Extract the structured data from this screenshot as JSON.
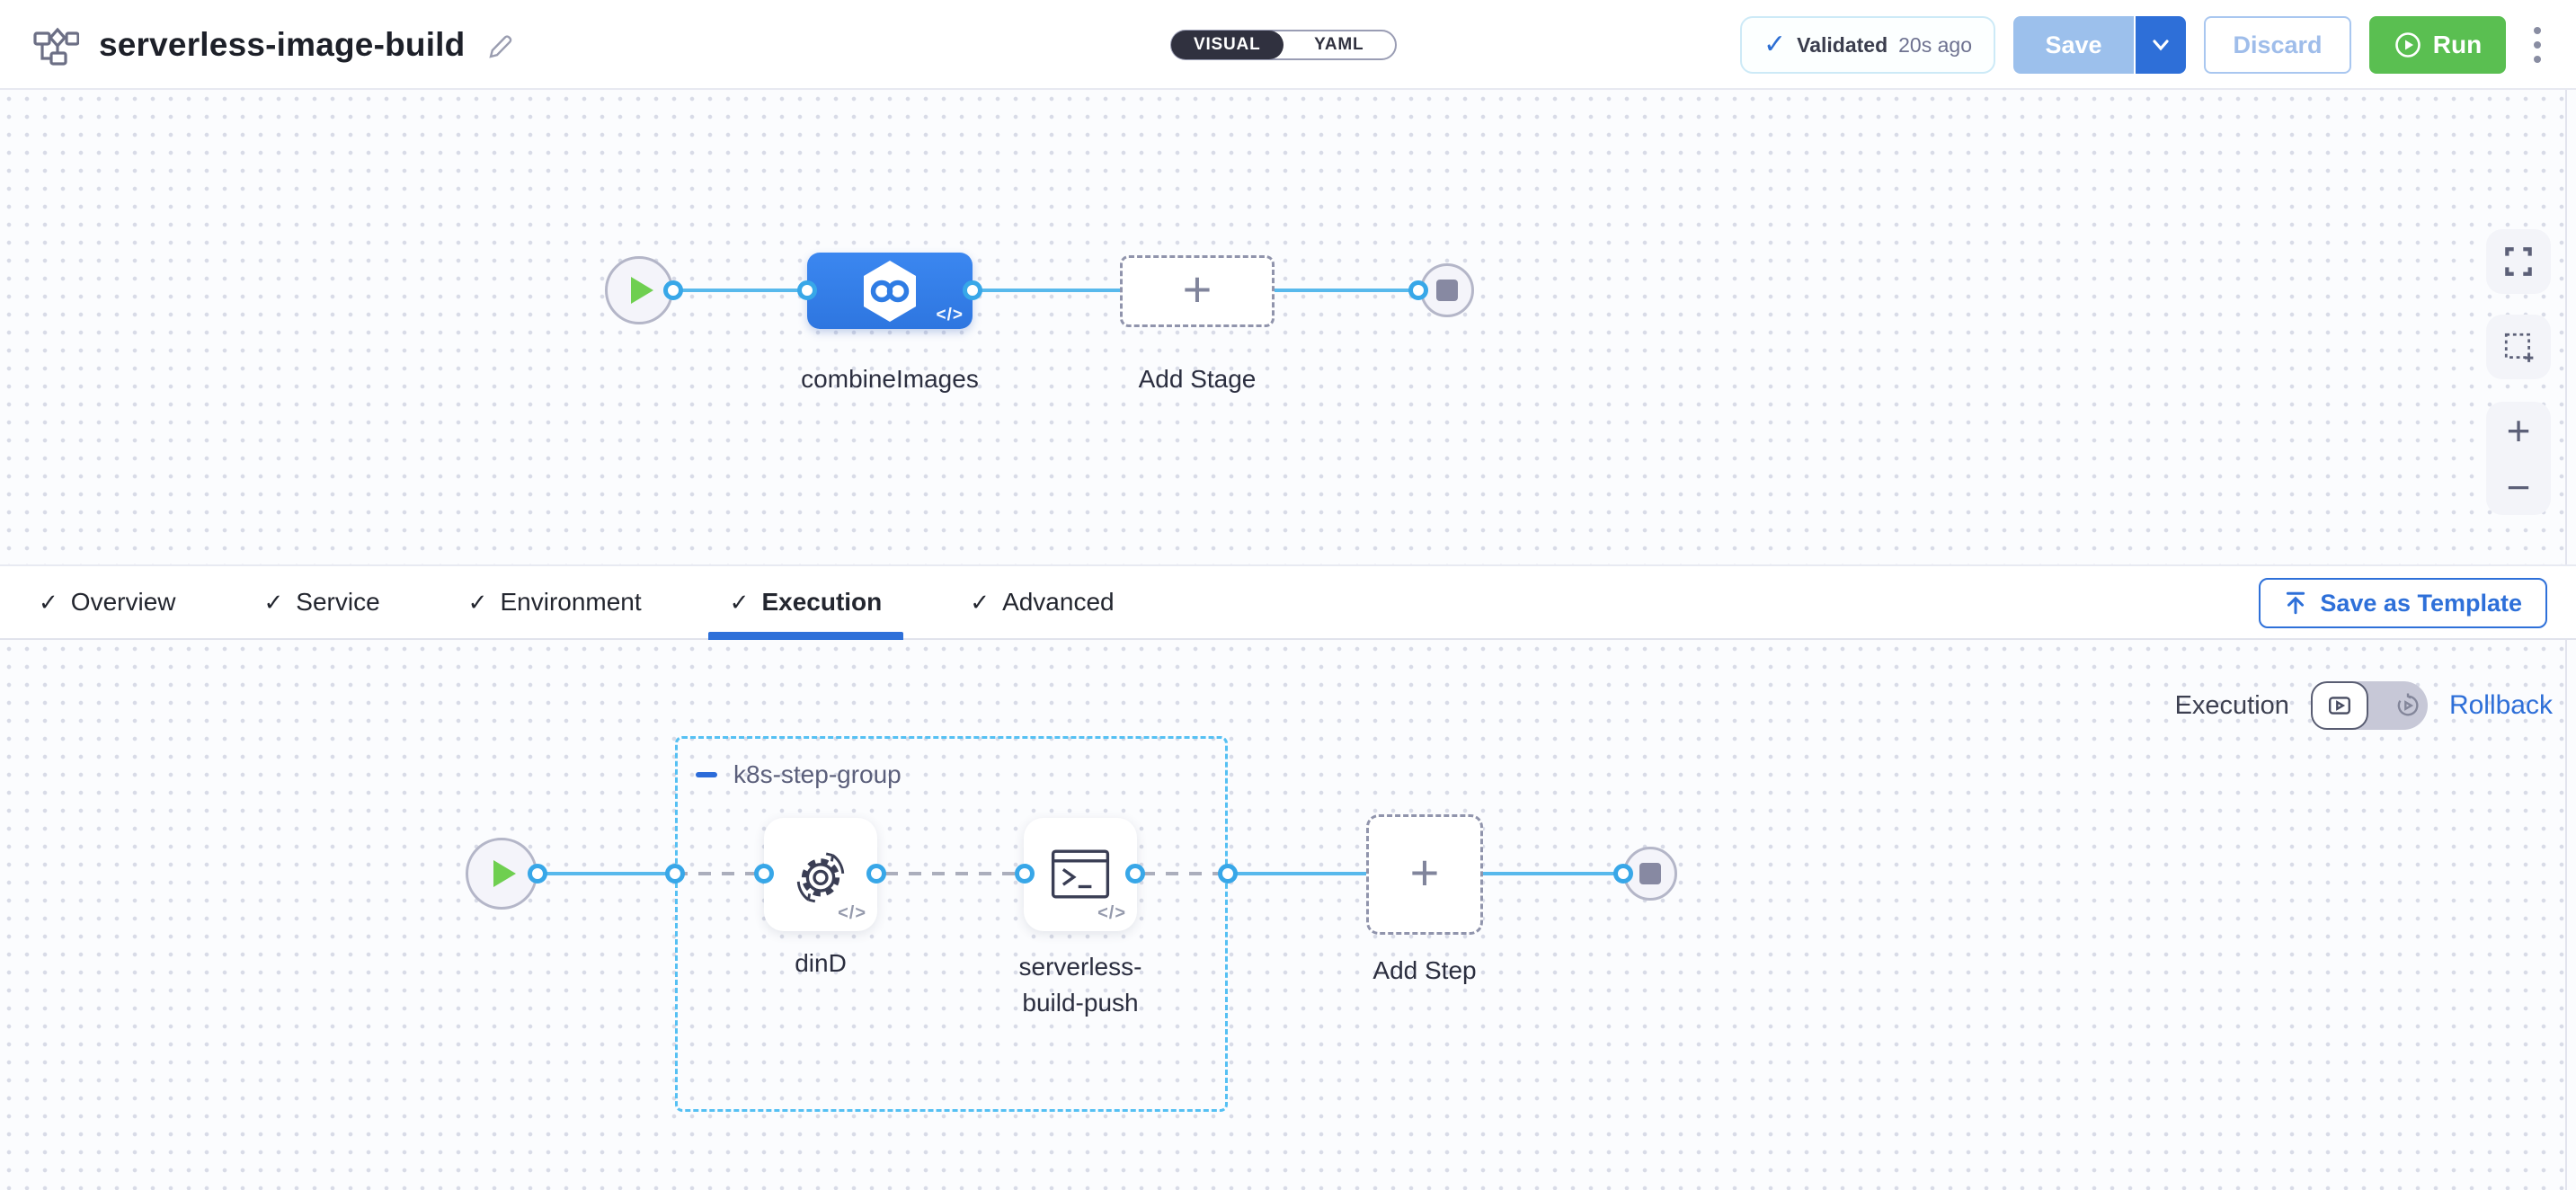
{
  "header": {
    "title": "serverless-image-build",
    "view_toggle": {
      "visual": "VISUAL",
      "yaml": "YAML"
    },
    "validation": {
      "check_glyph": "✓",
      "label": "Validated",
      "time": "20s ago"
    },
    "buttons": {
      "save": "Save",
      "discard": "Discard",
      "run": "Run"
    }
  },
  "stage_canvas": {
    "stage_label": "combineImages",
    "add_stage_label": "Add Stage"
  },
  "tabs": {
    "check_glyph": "✓",
    "items": [
      {
        "label": "Overview"
      },
      {
        "label": "Service"
      },
      {
        "label": "Environment"
      },
      {
        "label": "Execution"
      },
      {
        "label": "Advanced"
      }
    ],
    "active": "Execution"
  },
  "template_button": {
    "label": "Save as Template"
  },
  "execution_canvas": {
    "mode_label": "Execution",
    "rollback_label": "Rollback",
    "step_group": {
      "name": "k8s-step-group",
      "steps": [
        {
          "label": "dinD"
        },
        {
          "label": "serverless-build-push"
        }
      ]
    },
    "add_step_label": "Add Step"
  },
  "glyphs": {
    "plus": "+",
    "minus": "−",
    "code": "</>"
  },
  "colors": {
    "accent_blue": "#2e70d9",
    "node_blue": "#3480e9",
    "connector_blue": "#58b9ec",
    "group_border_blue": "#55c0f3",
    "run_green": "#5abf51",
    "disabled_save_blue": "#9cc0ec",
    "canvas_bg": "#fbfcfe"
  }
}
